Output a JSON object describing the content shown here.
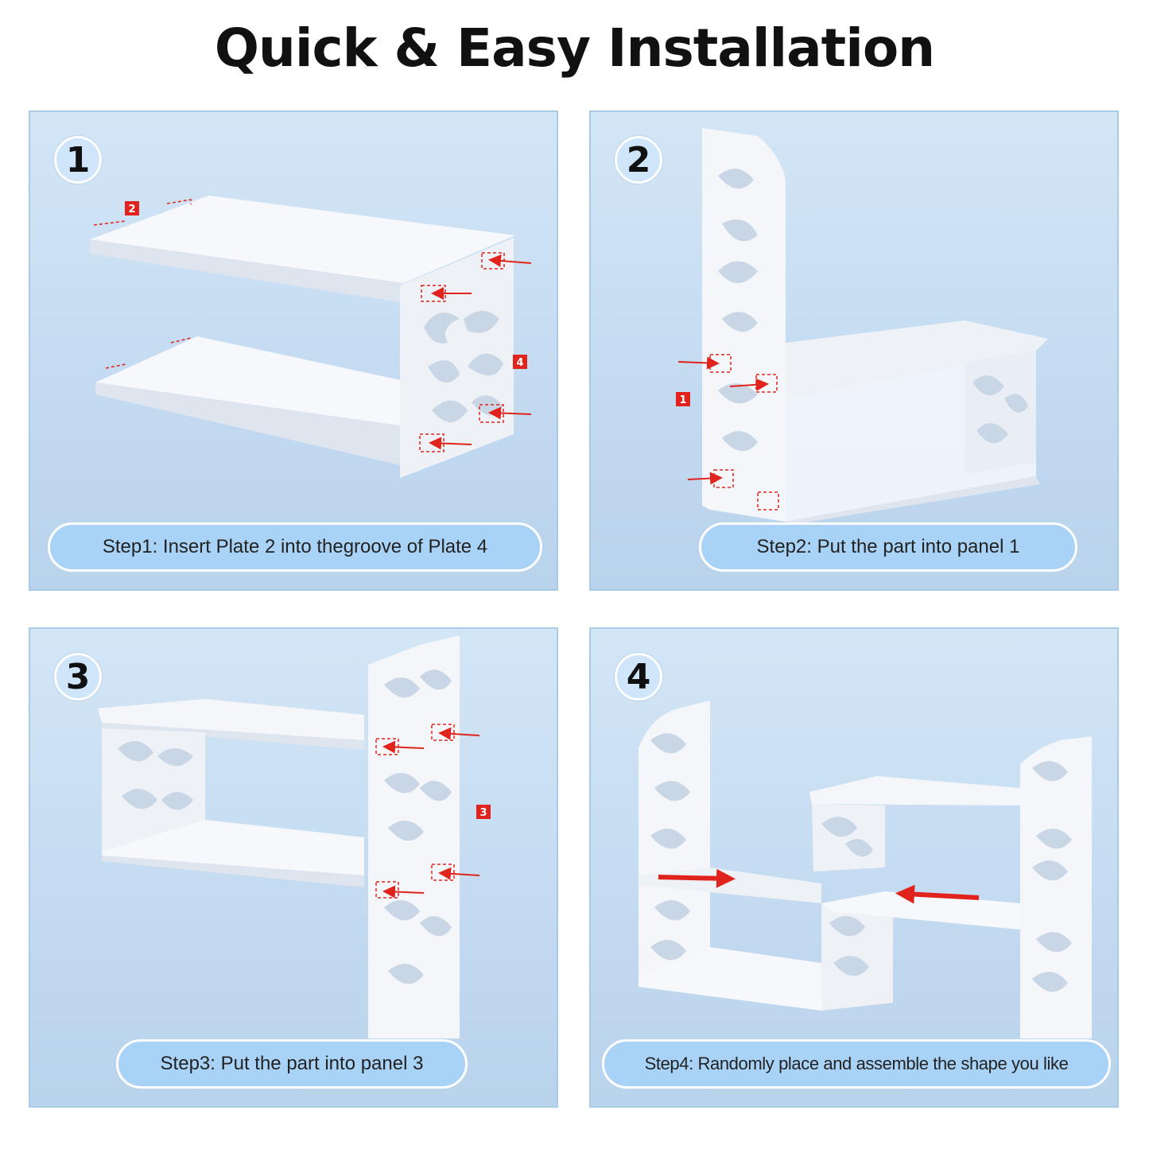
{
  "title": "Quick & Easy Installation",
  "steps": [
    {
      "number": "1",
      "caption": "Step1: Insert Plate 2 into thegroove of Plate 4",
      "markers": [
        "2",
        "4"
      ]
    },
    {
      "number": "2",
      "caption": "Step2: Put the part into panel 1",
      "markers": [
        "1"
      ]
    },
    {
      "number": "3",
      "caption": "Step3: Put the part into panel 3",
      "markers": [
        "3"
      ]
    },
    {
      "number": "4",
      "caption": "Step4: Randomly place and assemble the shape you like",
      "markers": []
    }
  ],
  "colors": {
    "panel_bg": "#c4dbf1",
    "caption_bg": "#a9d2f7",
    "badge_bg": "#cfe5fa",
    "marker_red": "#e0231c",
    "shelf_white": "#f4f6f9"
  }
}
